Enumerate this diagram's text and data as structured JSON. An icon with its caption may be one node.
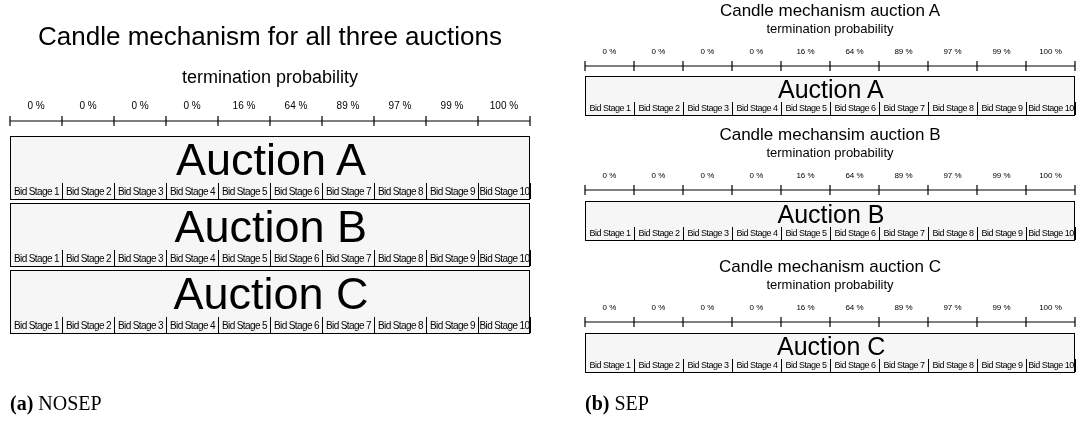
{
  "diagram": {
    "nodes": [
      {
        "text": [
          "Auction A"
        ]
      },
      {
        "text": [
          "Bid Stage 1"
        ],
        "in": 0
      },
      {
        "text": [
          "Bid Stage 2"
        ],
        "in": 0
      },
      {
        "text": [
          "Bid Stage 3"
        ],
        "in": 0
      },
      {
        "text": [
          "Bid Stage 4"
        ],
        "in": 0
      },
      {
        "text": [
          "Bid Stage 5"
        ],
        "in": 0
      },
      {
        "text": [
          "Bid Stage 6"
        ],
        "in": 0
      },
      {
        "text": [
          "Bid Stage 7"
        ],
        "in": 0
      },
      {
        "text": [
          "Bid Stage 8"
        ],
        "in": 0
      },
      {
        "text": [
          "Bid Stage 9"
        ],
        "in": 0
      },
      {
        "text": [
          "Bid Stage 10"
        ],
        "in": 0
      },
      {
        "text": [
          "Auction B"
        ]
      },
      {
        "text": [
          "Bid Stage 1"
        ],
        "in": 11
      },
      {
        "text": [
          "Bid Stage 2"
        ],
        "in": 11
      },
      {
        "text": [
          "Bid Stage 3"
        ],
        "in": 11
      },
      {
        "text": [
          "Bid Stage 4"
        ],
        "in": 11
      },
      {
        "text": [
          "Bid Stage 5"
        ],
        "in": 11
      },
      {
        "text": [
          "Bid Stage 6"
        ],
        "in": 11
      },
      {
        "text": [
          "Bid Stage 7"
        ],
        "in": 11
      },
      {
        "text": [
          "Bid Stage 8"
        ],
        "in": 11
      },
      {
        "text": [
          "Bid Stage 9"
        ],
        "in": 11
      },
      {
        "text": [
          "Bid Stage 10"
        ],
        "in": 11
      },
      {
        "text": [
          "Auction C"
        ]
      },
      {
        "text": [
          "Bid Stage 1"
        ],
        "in": 22
      },
      {
        "text": [
          "Bid Stage 2"
        ],
        "in": 22
      },
      {
        "text": [
          "Bid Stage 3"
        ],
        "in": 22
      },
      {
        "text": [
          "Bid Stage 4"
        ],
        "in": 22
      },
      {
        "text": [
          "Bid Stage 5"
        ],
        "in": 22
      },
      {
        "text": [
          "Bid Stage 6"
        ],
        "in": 22
      },
      {
        "text": [
          "Bid Stage 7"
        ],
        "in": 22
      },
      {
        "text": [
          "Bid Stage 8"
        ],
        "in": 22
      },
      {
        "text": [
          "Bid Stage 9"
        ],
        "in": 22
      },
      {
        "text": [
          "Bid Stage 10"
        ],
        "in": 22
      },
      {
        "text": [
          "Auction A"
        ]
      },
      {
        "text": [
          "Bid Stage 1"
        ],
        "in": 33
      },
      {
        "text": [
          "Bid Stage 2"
        ],
        "in": 33
      },
      {
        "text": [
          "Bid Stage 3"
        ],
        "in": 33
      },
      {
        "text": [
          "Bid Stage 4"
        ],
        "in": 33
      },
      {
        "text": [
          "Bid Stage 5"
        ],
        "in": 33
      },
      {
        "text": [
          "Bid Stage 6"
        ],
        "in": 33
      },
      {
        "text": [
          "Bid Stage 7"
        ],
        "in": 33
      },
      {
        "text": [
          "Bid Stage 8"
        ],
        "in": 33
      },
      {
        "text": [
          "Bid Stage 9"
        ],
        "in": 33
      },
      {
        "text": [
          "Bid Stage 10"
        ],
        "in": 33
      },
      {
        "text": [
          "Auction B"
        ]
      },
      {
        "text": [
          "Bid Stage 1"
        ],
        "in": 44
      },
      {
        "text": [
          "Bid Stage 2"
        ],
        "in": 44
      },
      {
        "text": [
          "Bid Stage 3"
        ],
        "in": 44
      },
      {
        "text": [
          "Bid Stage 4"
        ],
        "in": 44
      },
      {
        "text": [
          "Bid Stage 5"
        ],
        "in": 44
      },
      {
        "text": [
          "Bid Stage 6"
        ],
        "in": 44
      },
      {
        "text": [
          "Bid Stage 7"
        ],
        "in": 44
      },
      {
        "text": [
          "Bid Stage 8"
        ],
        "in": 44
      },
      {
        "text": [
          "Bid Stage 9"
        ],
        "in": 44
      },
      {
        "text": [
          "Bid Stage 10"
        ],
        "in": 44
      },
      {
        "text": [
          "Auction C"
        ]
      },
      {
        "text": [
          "Bid Stage 1"
        ],
        "in": 55
      },
      {
        "text": [
          "Bid Stage 2"
        ],
        "in": 55
      },
      {
        "text": [
          "Bid Stage 3"
        ],
        "in": 55
      },
      {
        "text": [
          "Bid Stage 4"
        ],
        "in": 55
      },
      {
        "text": [
          "Bid Stage 5"
        ],
        "in": 55
      },
      {
        "text": [
          "Bid Stage 6"
        ],
        "in": 55
      },
      {
        "text": [
          "Bid Stage 7"
        ],
        "in": 55
      },
      {
        "text": [
          "Bid Stage 8"
        ],
        "in": 55
      },
      {
        "text": [
          "Bid Stage 9"
        ],
        "in": 55
      },
      {
        "text": [
          "Bid Stage 10"
        ],
        "in": 55
      }
    ],
    "labels": [
      "Candle mechanism for all three auctions",
      "termination probability",
      "0 %",
      "0 %",
      "0 %",
      "0 %",
      "16 %",
      "64 %",
      "89 %",
      "97 %",
      "99 %",
      "100 %",
      "Candle mechanism auction A",
      "termination probability",
      "0 %",
      "0 %",
      "0 %",
      "0 %",
      "16 %",
      "64 %",
      "89 %",
      "97 %",
      "99 %",
      "100 %",
      "Candle mechansim auction B",
      "termination probability",
      "0 %",
      "0 %",
      "0 %",
      "0 %",
      "16 %",
      "64 %",
      "89 %",
      "97 %",
      "99 %",
      "100 %",
      "Candle mechanism auction C",
      "termination probability",
      "0 %",
      "0 %",
      "0 %",
      "0 %",
      "16 %",
      "64 %",
      "89 %",
      "97 %",
      "99 %",
      "100 %",
      "**(a)** NOSEP",
      "**(b)** SEP"
    ]
  }
}
